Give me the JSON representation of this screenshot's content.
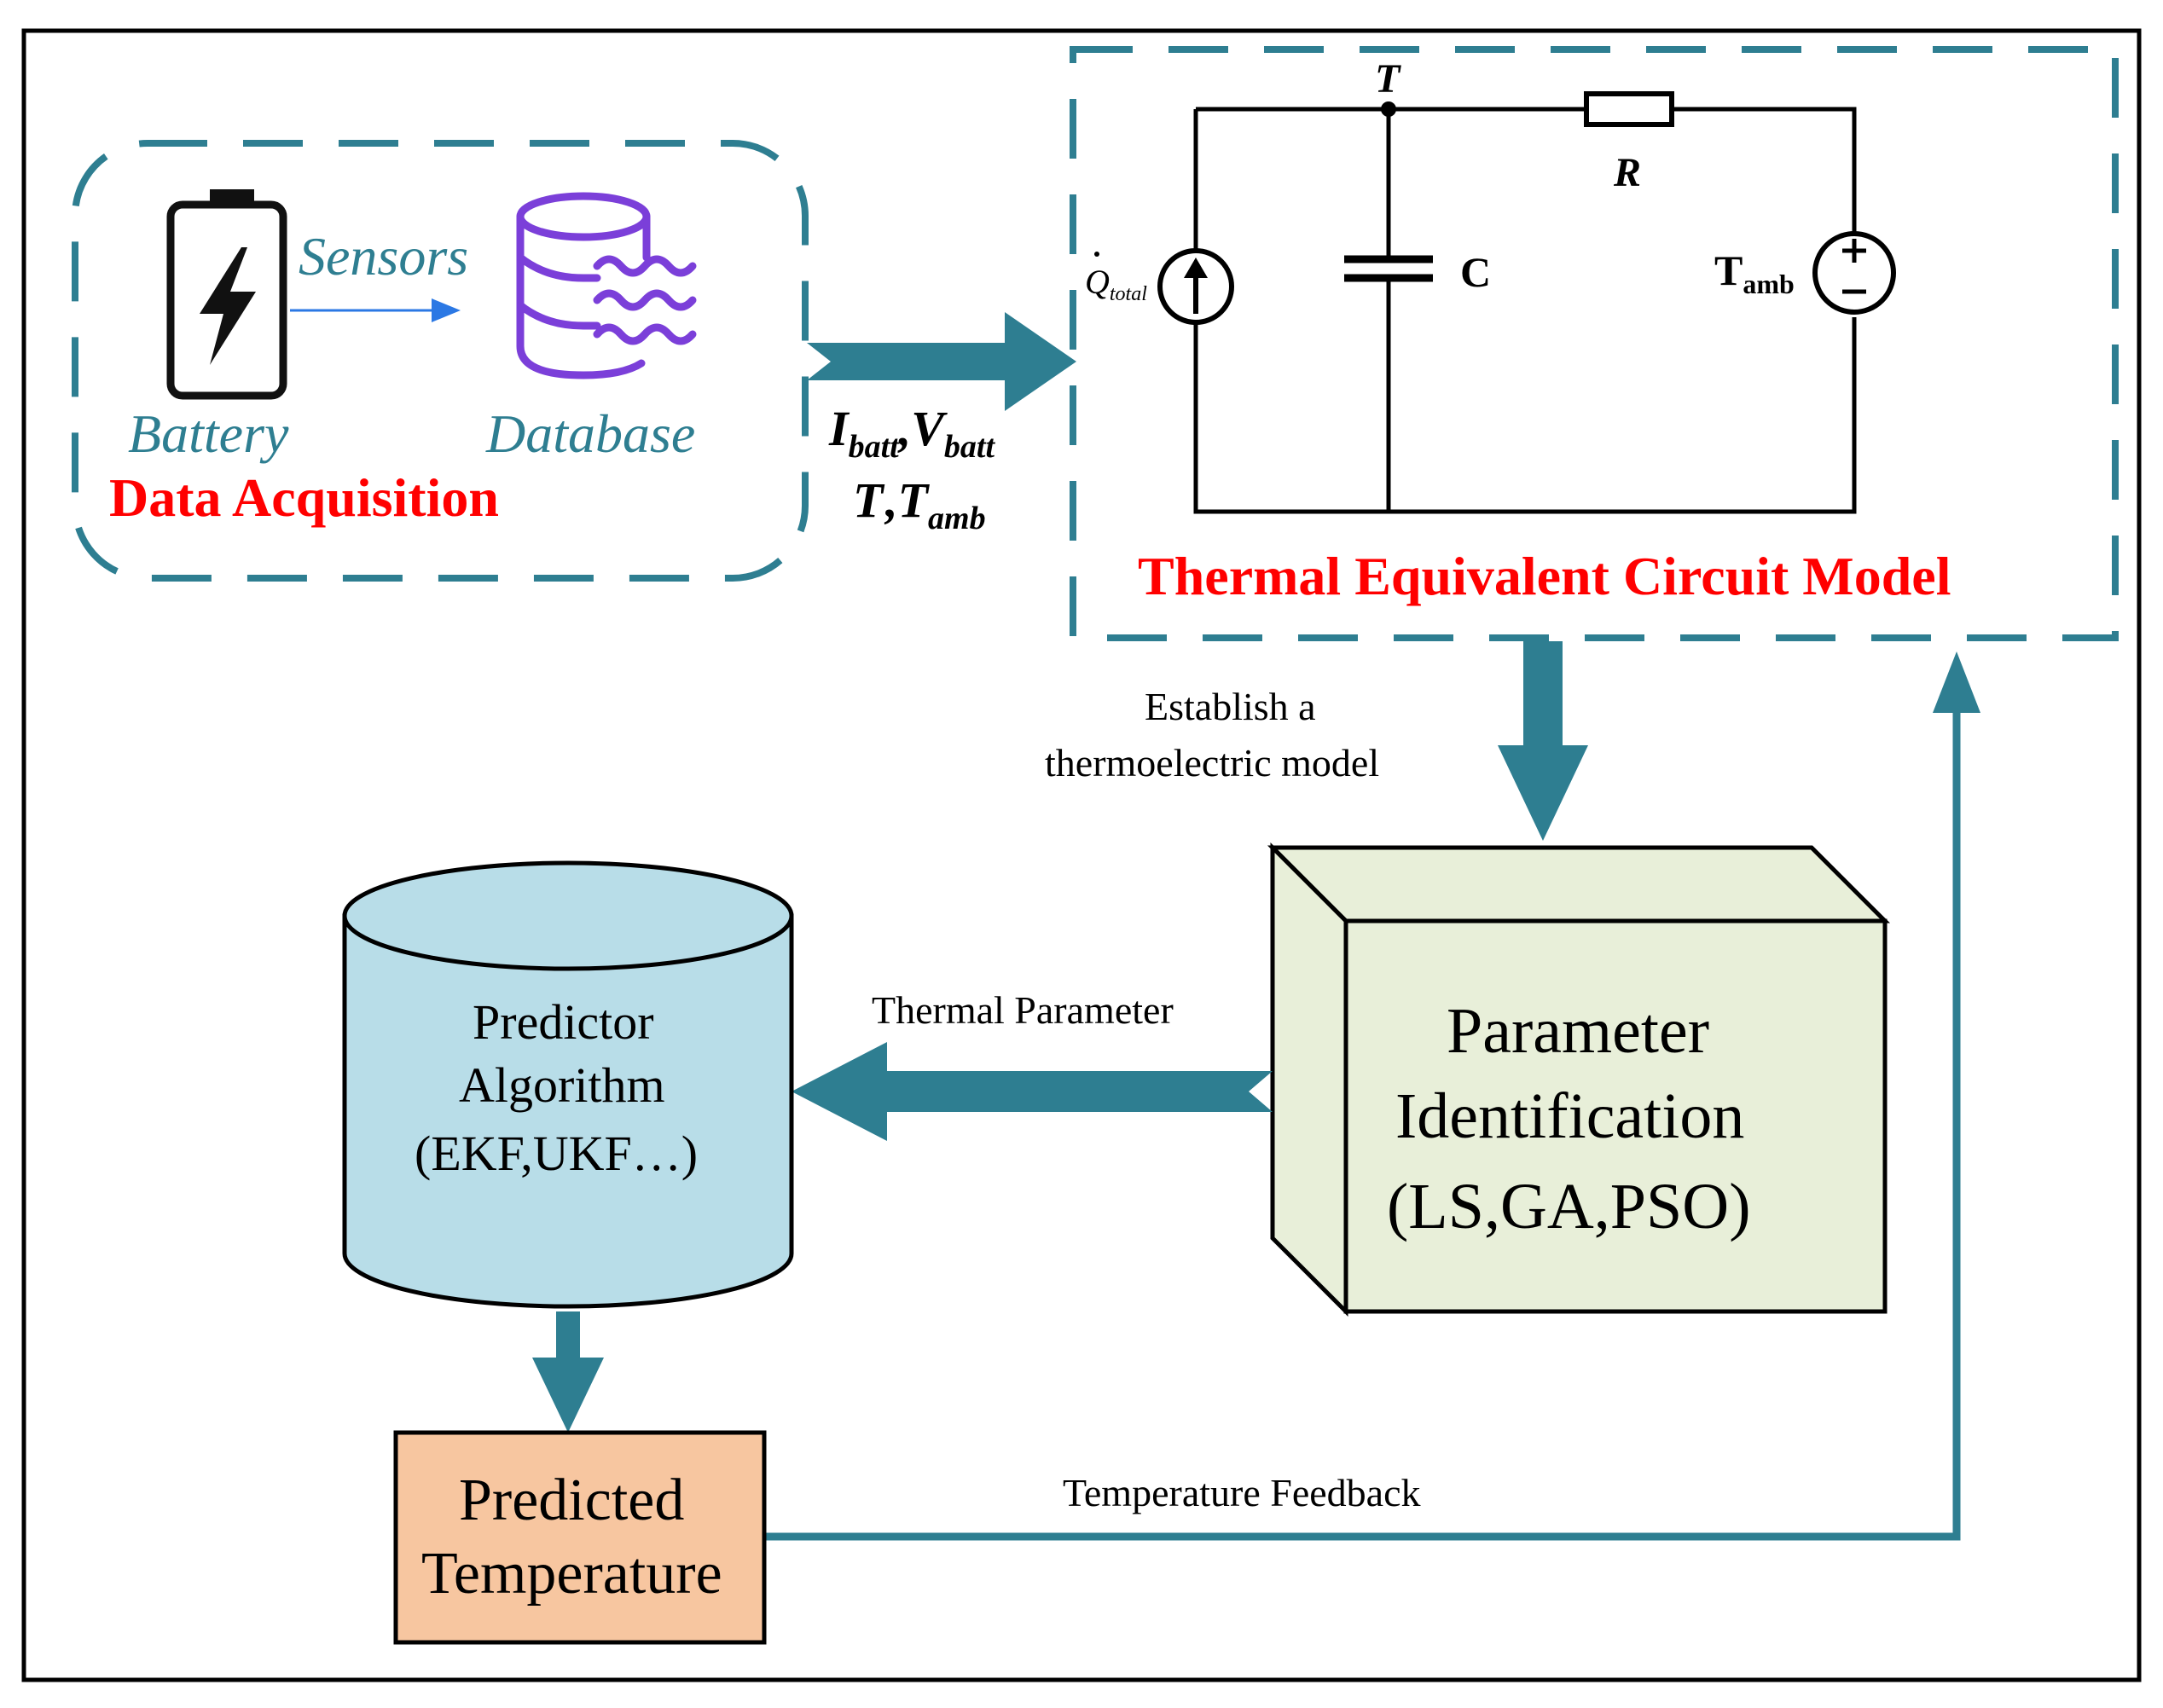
{
  "colors": {
    "teal": "#2e7e91",
    "red": "#ff0000",
    "purple": "#7b3fd9",
    "blue_arrow": "#2b78e4",
    "predictor_fill": "#b8dde8",
    "param_fill": "#e8efd9",
    "predicted_fill": "#f7c6a0"
  },
  "data_acquisition": {
    "title": "Data Acquisition",
    "battery_label": "Battery",
    "sensors_label": "Sensors",
    "database_label": "Database",
    "battery_icon": "battery-bolt-icon",
    "database_icon": "database-icon"
  },
  "signals": {
    "i_main": "I",
    "i_sub": "batt",
    "comma1": ",",
    "v_main": "V",
    "v_sub": "batt",
    "t_main": "T",
    "comma2": ",",
    "tamb_main": "T",
    "tamb_sub": "amb"
  },
  "circuit": {
    "node_label": "T",
    "resistor_label": "R",
    "capacitor_label": "C",
    "source_main": "Q",
    "source_sub": "total",
    "tamb_main": "T",
    "tamb_sub": "amb",
    "title": "Thermal Equivalent Circuit Model"
  },
  "establish": {
    "line1": "Establish a",
    "line2": "thermoelectric model"
  },
  "predictor": {
    "line1": "Predictor",
    "line2": "Algorithm",
    "line3": "(EKF,UKF…)"
  },
  "thermal_parameter_label": "Thermal Parameter",
  "parameter_identification": {
    "line1": "Parameter",
    "line2": "Identification",
    "line3": "(LS,GA,PSO)"
  },
  "predicted": {
    "line1": "Predicted",
    "line2": "Temperature"
  },
  "feedback_label": "Temperature Feedback"
}
